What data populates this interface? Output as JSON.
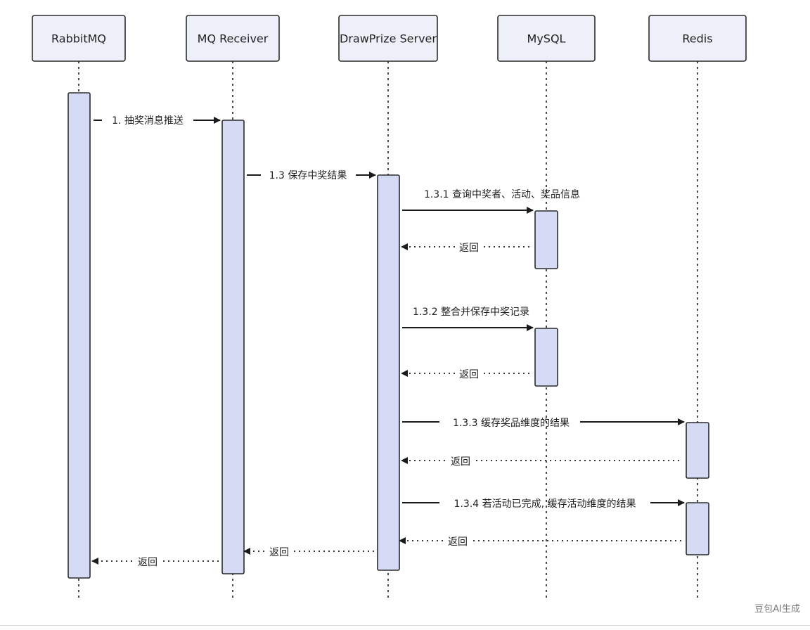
{
  "diagram": {
    "participants": [
      {
        "id": "rabbitmq",
        "label": "RabbitMQ"
      },
      {
        "id": "mq-receiver",
        "label": "MQ Receiver"
      },
      {
        "id": "drawprize-server",
        "label": "DrawPrize Server"
      },
      {
        "id": "mysql",
        "label": "MySQL"
      },
      {
        "id": "redis",
        "label": "Redis"
      }
    ],
    "messages": [
      {
        "id": "m1",
        "from": "rabbitmq",
        "to": "mq-receiver",
        "type": "sync",
        "label": "1. 抽奖消息推送"
      },
      {
        "id": "m13",
        "from": "mq-receiver",
        "to": "drawprize-server",
        "type": "sync",
        "label": "1.3 保存中奖结果"
      },
      {
        "id": "m131",
        "from": "drawprize-server",
        "to": "mysql",
        "type": "sync",
        "label": "1.3.1 查询中奖者、活动、奖品信息"
      },
      {
        "id": "r131",
        "from": "mysql",
        "to": "drawprize-server",
        "type": "return",
        "label": "返回"
      },
      {
        "id": "m132",
        "from": "drawprize-server",
        "to": "mysql",
        "type": "sync",
        "label": "1.3.2 整合并保存中奖记录"
      },
      {
        "id": "r132",
        "from": "mysql",
        "to": "drawprize-server",
        "type": "return",
        "label": "返回"
      },
      {
        "id": "m133",
        "from": "drawprize-server",
        "to": "redis",
        "type": "sync",
        "label": "1.3.3 缓存奖品维度的结果"
      },
      {
        "id": "r133",
        "from": "redis",
        "to": "drawprize-server",
        "type": "return",
        "label": "返回"
      },
      {
        "id": "m134",
        "from": "drawprize-server",
        "to": "redis",
        "type": "sync",
        "label": "1.3.4 若活动已完成, 缓存活动维度的结果"
      },
      {
        "id": "r134",
        "from": "redis",
        "to": "drawprize-server",
        "type": "return",
        "label": "返回"
      },
      {
        "id": "r13",
        "from": "drawprize-server",
        "to": "mq-receiver",
        "type": "return",
        "label": "返回"
      },
      {
        "id": "r1",
        "from": "mq-receiver",
        "to": "rabbitmq",
        "type": "return",
        "label": "返回"
      }
    ]
  },
  "colors": {
    "box_fill": "#eef0f9",
    "box_stroke": "#2b2b2b",
    "activation_fill": "#d5dbf5",
    "line": "#1a1a1a"
  },
  "watermark": "豆包AI生成"
}
